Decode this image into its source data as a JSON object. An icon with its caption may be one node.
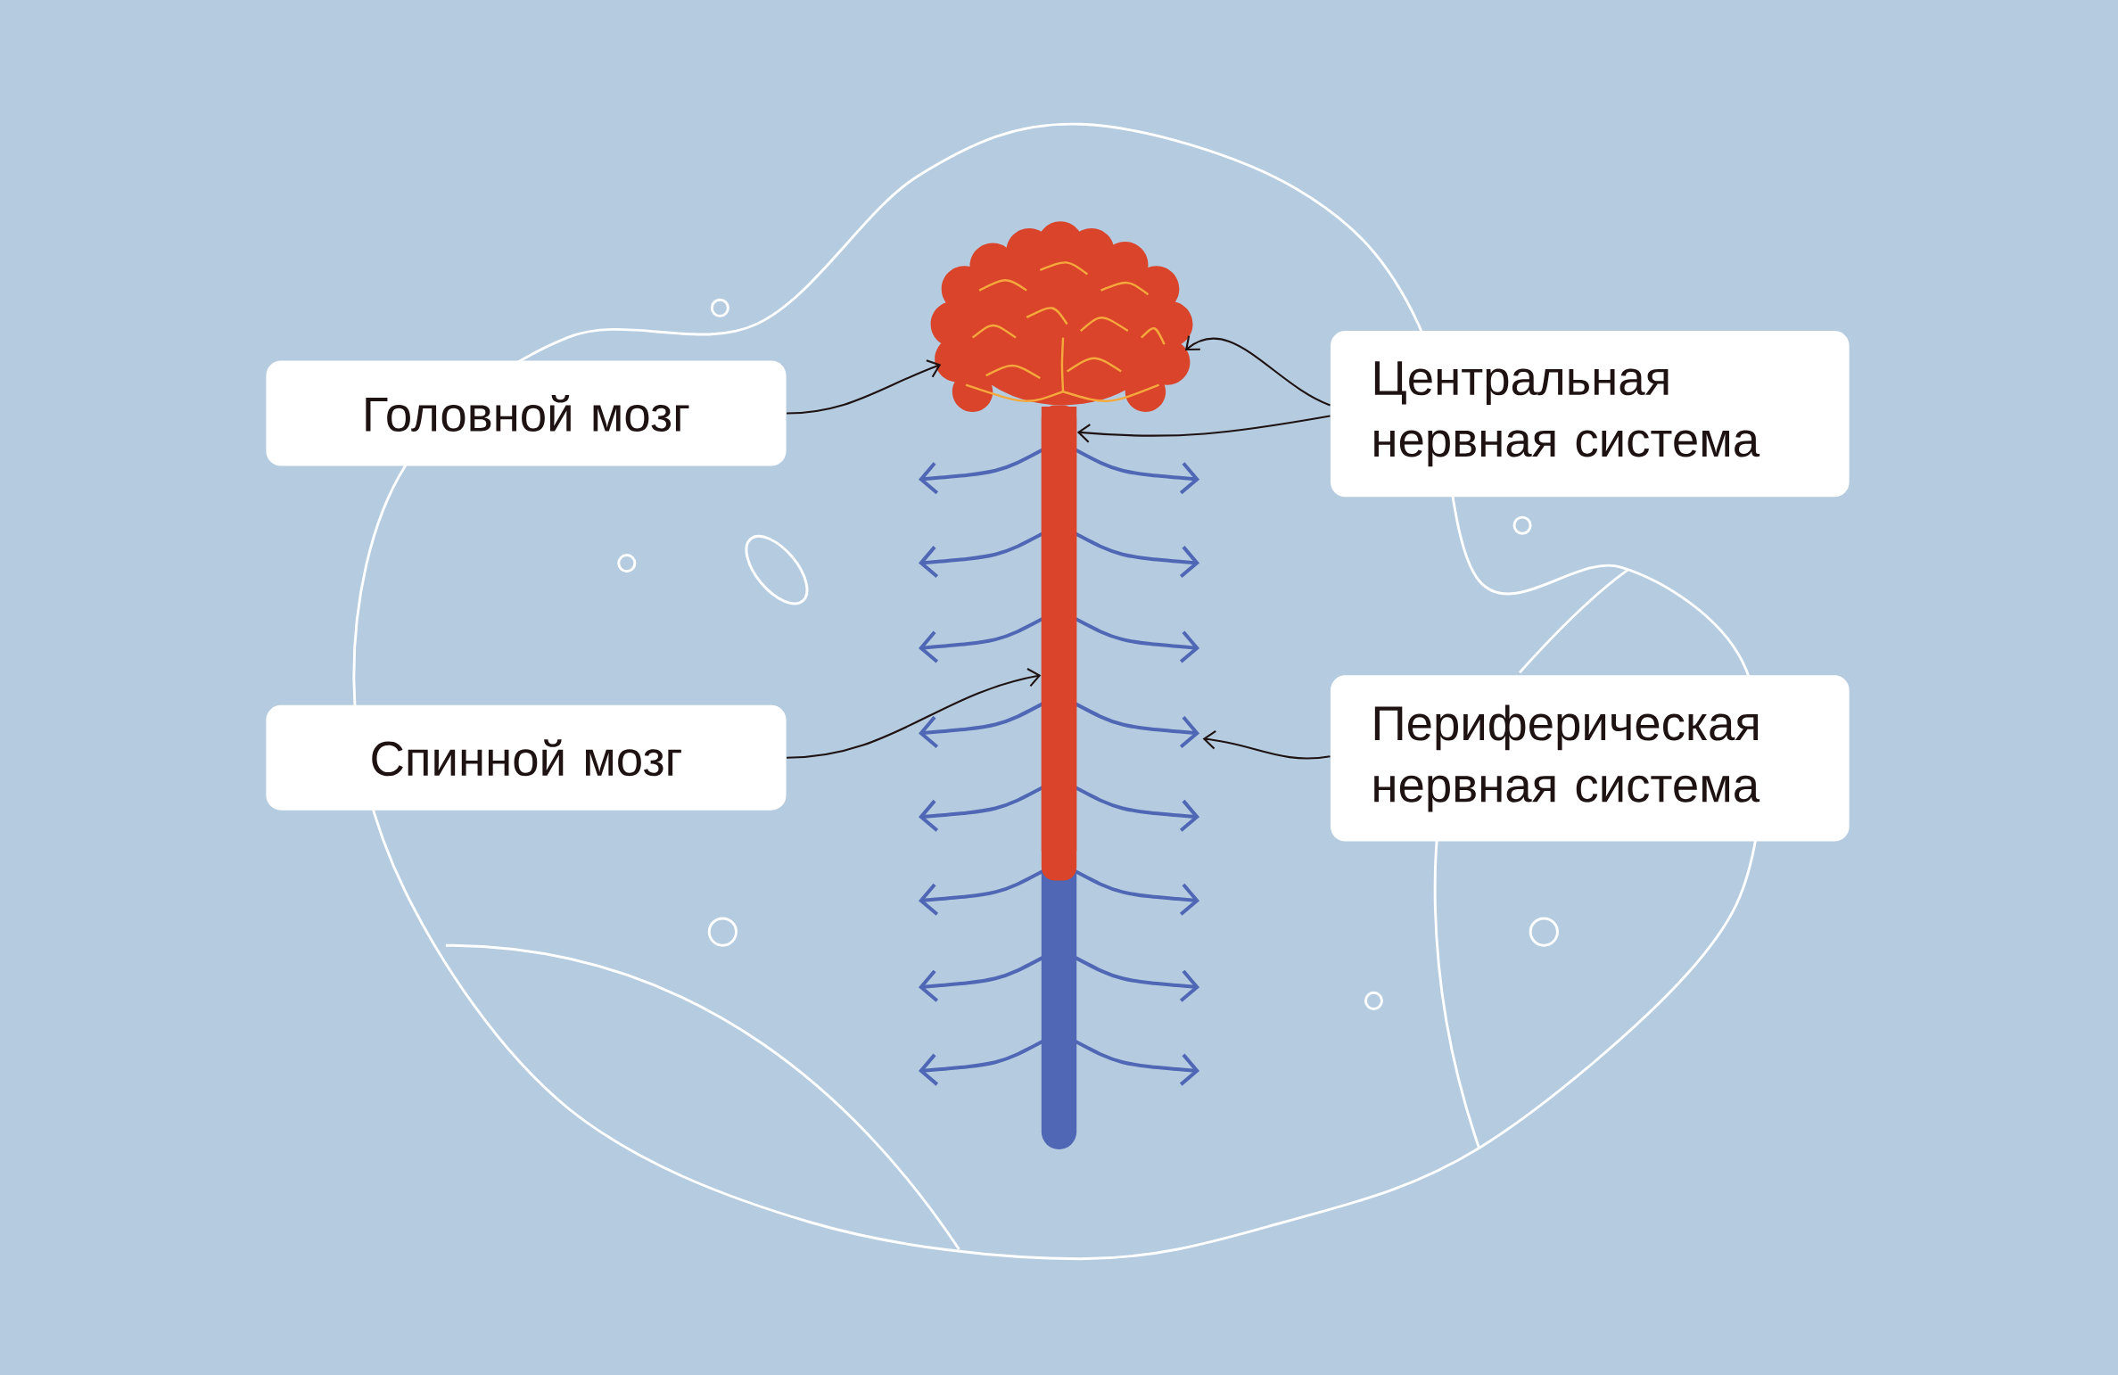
{
  "diagram": {
    "nodes": [
      {
        "text": [
          "Головной мозг"
        ]
      },
      {
        "text": [
          "Центральная нервная система"
        ]
      },
      {
        "text": [
          "Спинной мозг"
        ]
      },
      {
        "text": [
          "Периферическая нервная система"
        ]
      },
      {
        "text": [],
        "shape": "picture"
      },
      {
        "text": [],
        "shape": "bar"
      },
      {
        "text": [],
        "shape": "picture"
      }
    ],
    "edges": [
      {
        "from": 0,
        "to": 4,
        "arrow": "to"
      },
      {
        "from": 1,
        "to": 4,
        "arrow": "to"
      },
      {
        "from": 1,
        "to": 5,
        "arrow": "to"
      },
      {
        "from": 2,
        "to": 5,
        "arrow": "to"
      },
      {
        "from": 3,
        "to": 6,
        "arrow": "to"
      }
    ]
  }
}
